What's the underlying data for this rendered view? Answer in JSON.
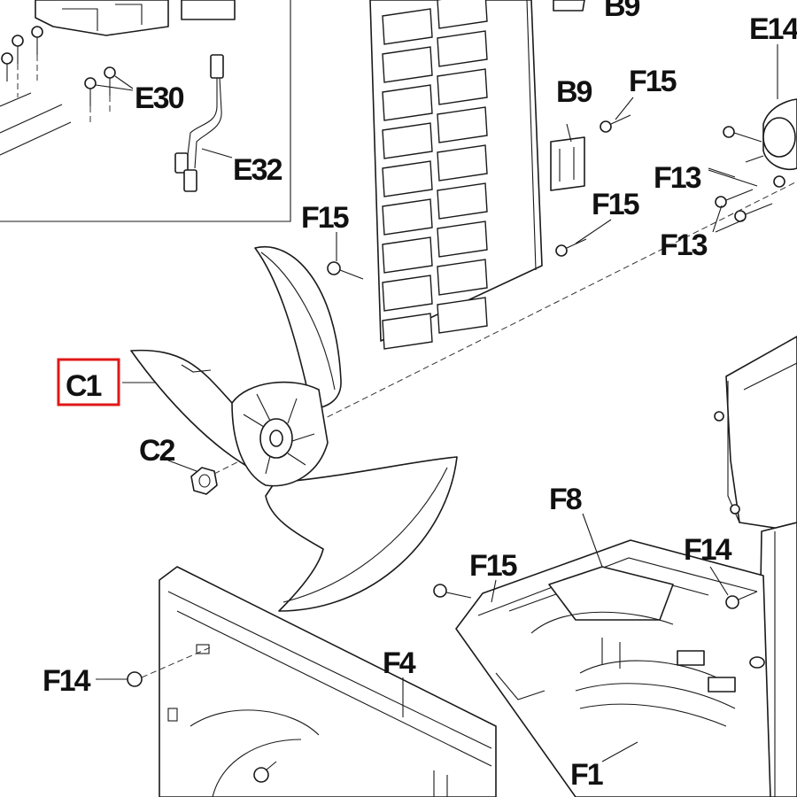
{
  "labels": {
    "b9_top": "B9",
    "e14": "E14",
    "e30": "E30",
    "f15_a": "F15",
    "b9": "B9",
    "e32": "E32",
    "f13_a": "F13",
    "f15_b": "F15",
    "f15_c": "F15",
    "f13_b": "F13",
    "c1": "C1",
    "c2": "C2",
    "f8": "F8",
    "f15_d": "F15",
    "f14_a": "F14",
    "f4": "F4",
    "f14_b": "F14",
    "f1": "F1"
  },
  "colors": {
    "highlight": "#e01818",
    "line": "#1a1a1a"
  },
  "highlighted_part": "C1"
}
